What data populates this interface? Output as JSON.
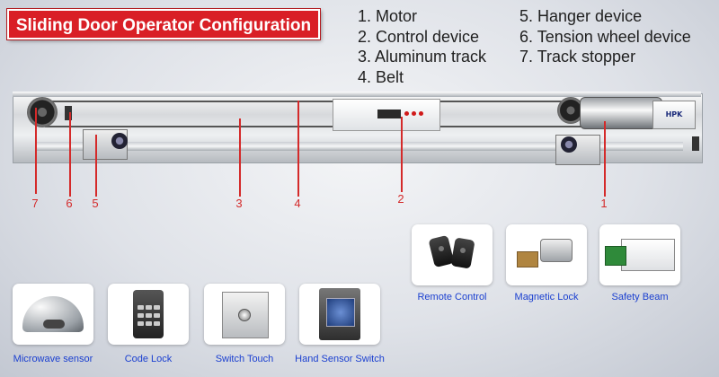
{
  "title": "Sliding Door Operator Configuration",
  "legend": {
    "left": [
      "1. Motor",
      "2. Control device",
      "3. Aluminum track",
      "4. Belt"
    ],
    "right": [
      "5. Hanger device",
      "6. Tension wheel device",
      "7. Track stopper"
    ]
  },
  "brand": "HPK",
  "markers": [
    "1",
    "2",
    "3",
    "4",
    "5",
    "6",
    "7"
  ],
  "accessories": {
    "remote_control": "Remote Control",
    "magnetic_lock": "Magnetic Lock",
    "safety_beam": "Safety Beam",
    "microwave_sensor": "Microwave sensor",
    "code_lock": "Code Lock",
    "switch_touch": "Switch Touch",
    "hand_sensor_switch": "Hand Sensor Switch"
  },
  "colors": {
    "title_bg": "#d91f26",
    "marker": "#d42a2a",
    "accessory_label": "#1a3fd0"
  }
}
